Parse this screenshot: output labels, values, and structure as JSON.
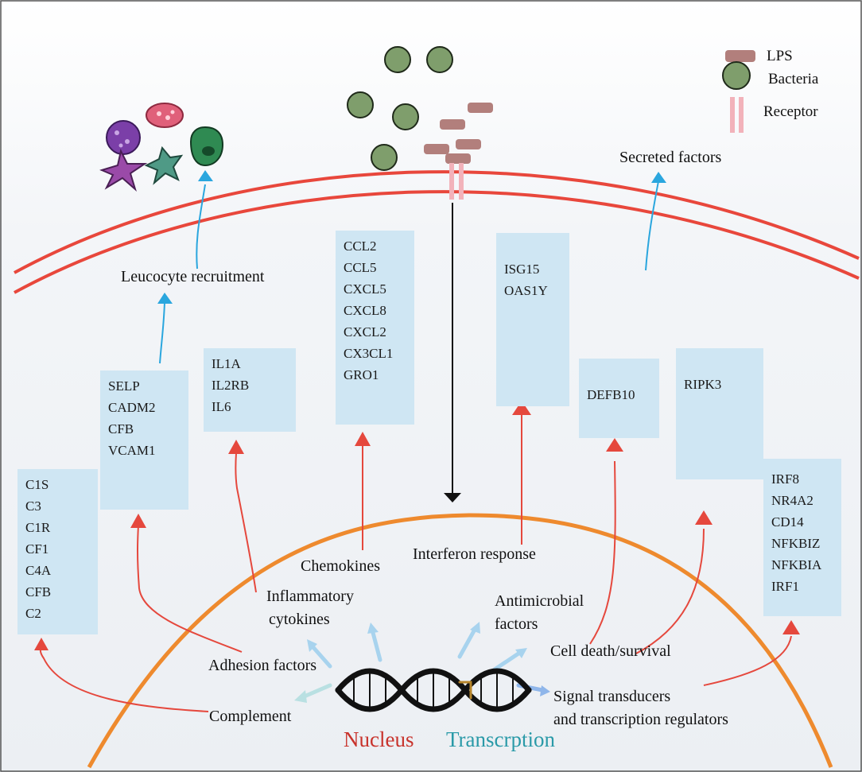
{
  "legend": {
    "lps": "LPS",
    "bacteria": "Bacteria",
    "receptor": "Receptor"
  },
  "labels": {
    "leucocyte_recruitment": "Leucocyte recruitment",
    "secreted_factors": "Secreted factors",
    "chemokines": "Chemokines",
    "interferon_response": "Interferon response",
    "inflammatory_cytokines_1": "Inflammatory",
    "inflammatory_cytokines_2": "cytokines",
    "antimicrobial_factors_1": "Antimicrobial",
    "antimicrobial_factors_2": "factors",
    "cell_death_survival": "Cell death/survival",
    "adhesion_factors": "Adhesion factors",
    "signal_transducers_1": "Signal transducers",
    "signal_transducers_2": "and transcription  regulators",
    "complement": "Complement",
    "nucleus": "Nucleus",
    "transcription": "Transcrption"
  },
  "gene_boxes": {
    "complement": [
      "C1S",
      "C3",
      "C1R",
      "CF1",
      "C4A",
      "CFB",
      "C2"
    ],
    "adhesion": [
      "SELP",
      "CADM2",
      "CFB",
      "VCAM1"
    ],
    "cytokines": [
      "IL1A",
      "IL2RB",
      "IL6"
    ],
    "chemokines": [
      "CCL2",
      "CCL5",
      "CXCL5",
      "CXCL8",
      "CXCL2",
      "CX3CL1",
      "GRO1"
    ],
    "interferon": [
      "ISG15",
      "OAS1Y"
    ],
    "antimicrobial": [
      "DEFB10"
    ],
    "cell_death": [
      "RIPK3"
    ],
    "signal": [
      "IRF8",
      "NR4A2",
      "CD14",
      "NFKBIZ",
      "NFKBIA",
      "IRF1"
    ]
  },
  "colors": {
    "membrane": "#e8473c",
    "nuclear_envelope": "#ee8a2e",
    "arrow_red": "#e5483d",
    "arrow_blue": "#2aa6de",
    "gene_box": "#cfe6f3",
    "bacteria": "#7f9e6c",
    "lps": "#b27f7c",
    "receptor": "#f2b2ba"
  }
}
